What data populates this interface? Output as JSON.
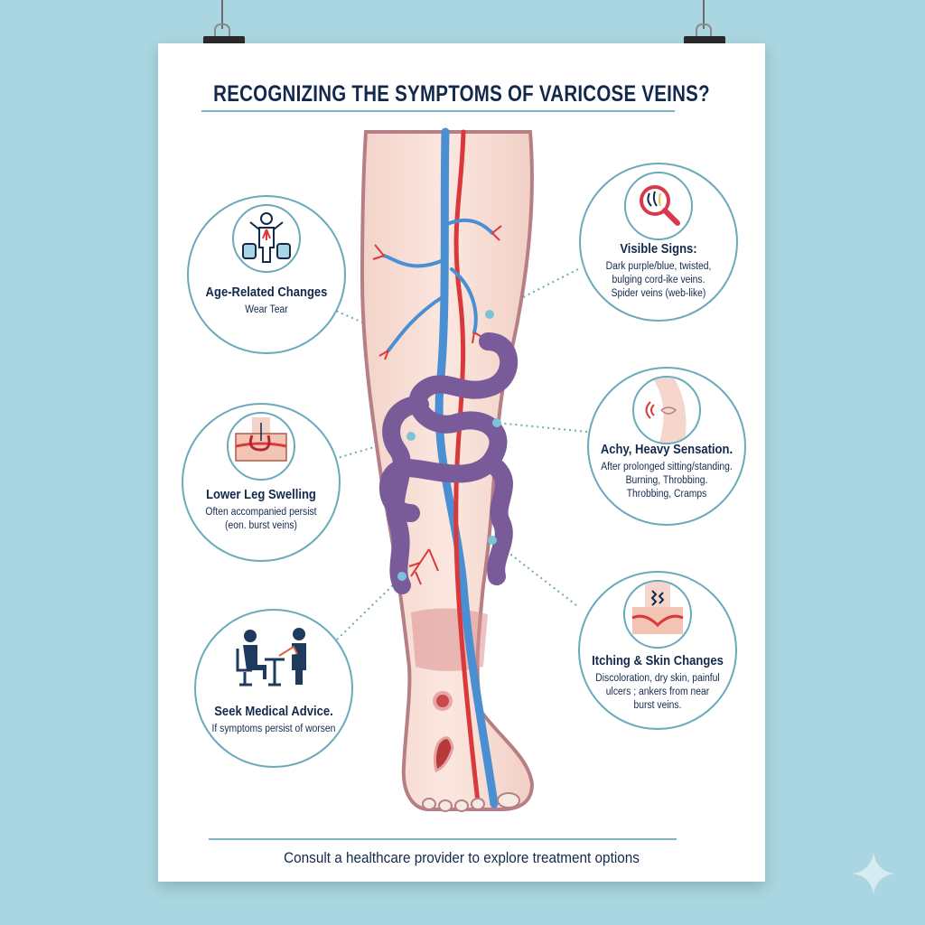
{
  "poster": {
    "title": "RECOGNIZING THE SYMPTOMS OF VARICOSE VEINS?",
    "footer": "Consult a healthcare provider to explore treatment options"
  },
  "symptoms": [
    {
      "title": "Age-Related Changes",
      "lines": [
        "Wear Tear"
      ],
      "icon": "person-aging-icon"
    },
    {
      "title": "Visible Signs:",
      "lines": [
        "Dark purple/blue, twisted,",
        "bulging cord-ike veins.",
        "Spider veins (web-like)"
      ],
      "icon": "magnifier-veins-icon"
    },
    {
      "title": "Lower Leg Swelling",
      "lines": [
        "Often accompanied persist",
        "(eon. burst veins)"
      ],
      "icon": "skin-vein-cross-section-icon"
    },
    {
      "title": "Achy, Heavy Sensation.",
      "lines": [
        "After prolonged sitting/standing.",
        "Burning, Throbbing.",
        "Throbbing, Cramps"
      ],
      "icon": "knee-pain-icon"
    },
    {
      "title": "Seek Medical Advice.",
      "lines": [
        "If symptoms persist of worsen"
      ],
      "icon": "doctor-consultation-icon"
    },
    {
      "title": "Itching & Skin Changes",
      "lines": [
        "Discoloration, dry skin, painful",
        "ulcers ; ankers from near",
        "burst veins."
      ],
      "icon": "itchy-skin-icon"
    }
  ],
  "colors": {
    "background": "#aad6e1",
    "accent": "#6aaabb",
    "text": "#13294b",
    "vein_blue": "#4a8fd4",
    "artery_red": "#d9393b",
    "varicose_purple": "#7a5b9a"
  }
}
